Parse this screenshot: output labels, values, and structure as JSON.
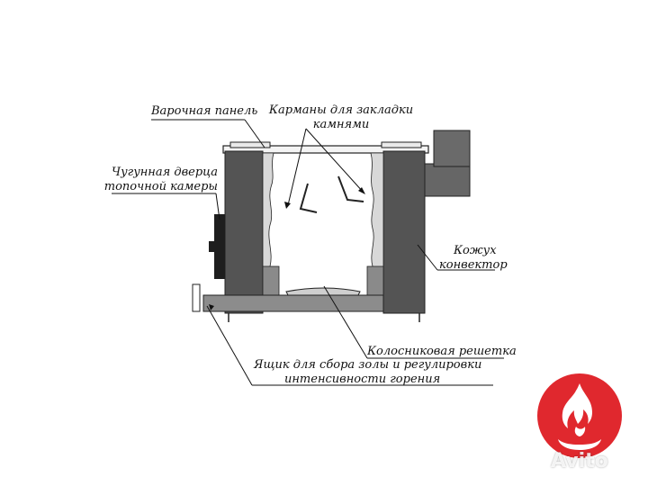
{
  "labels": {
    "cooking_panel": "Варочная панель",
    "pockets_line1": "Карманы для закладки",
    "pockets_line2": "камнями",
    "door_line1": "Чугунная дверца",
    "door_line2": "топочной камеры",
    "casing_line1": "Кожух",
    "casing_line2": "конвектор",
    "grate": "Колосниковая решетка",
    "ashbox_line1": "Ящик для сбора золы и регулировки",
    "ashbox_line2": "интенсивности горения"
  },
  "watermark": "Avito",
  "colors": {
    "wall": "#555555",
    "wall_dark": "#3e3e3e",
    "pipe": "#6a6a6a",
    "badge": "#e0282e",
    "ink": "#111111"
  },
  "icons": [
    "fire-icon"
  ]
}
